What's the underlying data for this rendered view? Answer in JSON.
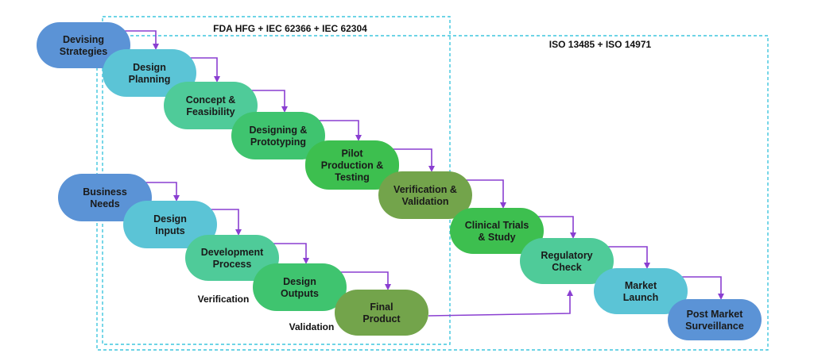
{
  "regions": [
    {
      "id": "fda",
      "label": "FDA HFG + IEC 62366 + IEC 62304"
    },
    {
      "id": "iso",
      "label": "ISO 13485 + ISO 14971"
    }
  ],
  "nodes": [
    {
      "id": "devising-strategies",
      "lines": [
        "Devising",
        "Strategies"
      ],
      "color": "#5b93d6"
    },
    {
      "id": "design-planning",
      "lines": [
        "Design",
        "Planning"
      ],
      "color": "#5bc4d6"
    },
    {
      "id": "concept-feasibility",
      "lines": [
        "Concept &",
        "Feasibility"
      ],
      "color": "#4fcb99"
    },
    {
      "id": "designing-prototyping",
      "lines": [
        "Designing &",
        "Prototyping"
      ],
      "color": "#3fc46f"
    },
    {
      "id": "pilot-production-testing",
      "lines": [
        "Pilot",
        "Production &",
        "Testing"
      ],
      "color": "#3dbf4f"
    },
    {
      "id": "verification-validation",
      "lines": [
        "Verification &",
        "Validation"
      ],
      "color": "#73a44b"
    },
    {
      "id": "clinical-trials-study",
      "lines": [
        "Clinical Trials",
        "& Study"
      ],
      "color": "#3dbf4f"
    },
    {
      "id": "regulatory-check",
      "lines": [
        "Regulatory",
        "Check"
      ],
      "color": "#4fcb99"
    },
    {
      "id": "market-launch",
      "lines": [
        "Market",
        "Launch"
      ],
      "color": "#5bc4d6"
    },
    {
      "id": "post-market-surveillance",
      "lines": [
        "Post Market",
        "Surveillance"
      ],
      "color": "#5b93d6"
    },
    {
      "id": "business-needs",
      "lines": [
        "Business",
        "Needs"
      ],
      "color": "#5b93d6"
    },
    {
      "id": "design-inputs",
      "lines": [
        "Design",
        "Inputs"
      ],
      "color": "#5bc4d6"
    },
    {
      "id": "development-process",
      "lines": [
        "Development",
        "Process"
      ],
      "color": "#4fcb99"
    },
    {
      "id": "design-outputs",
      "lines": [
        "Design",
        "Outputs"
      ],
      "color": "#3fc46f"
    },
    {
      "id": "final-product",
      "lines": [
        "Final",
        "Product"
      ],
      "color": "#73a44b"
    }
  ],
  "labels": [
    {
      "id": "verification",
      "text": "Verification"
    },
    {
      "id": "validation",
      "text": "Validation"
    }
  ],
  "edges": [
    [
      "devising-strategies",
      "design-planning"
    ],
    [
      "design-planning",
      "concept-feasibility"
    ],
    [
      "concept-feasibility",
      "designing-prototyping"
    ],
    [
      "designing-prototyping",
      "pilot-production-testing"
    ],
    [
      "pilot-production-testing",
      "verification-validation"
    ],
    [
      "verification-validation",
      "clinical-trials-study"
    ],
    [
      "clinical-trials-study",
      "regulatory-check"
    ],
    [
      "regulatory-check",
      "market-launch"
    ],
    [
      "market-launch",
      "post-market-surveillance"
    ],
    [
      "business-needs",
      "design-inputs"
    ],
    [
      "design-inputs",
      "development-process"
    ],
    [
      "development-process",
      "design-outputs"
    ],
    [
      "design-outputs",
      "final-product"
    ],
    [
      "final-product",
      "regulatory-check"
    ]
  ],
  "colors": {
    "arrow": "#8a3fd1",
    "region_border": "#3ec6de"
  }
}
